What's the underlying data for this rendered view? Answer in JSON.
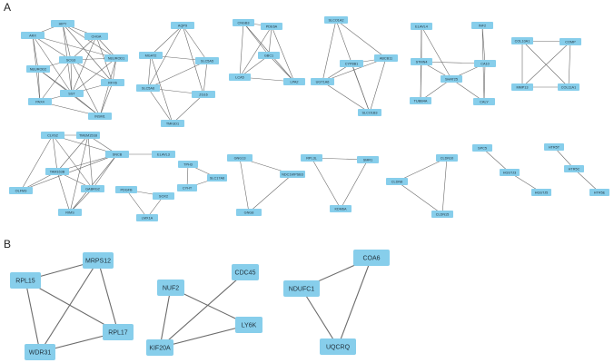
{
  "panels": [
    {
      "label": "A"
    },
    {
      "label": "B"
    }
  ],
  "colors": {
    "node": "#87ceeb",
    "edge": "#6b6b6b",
    "text": "#1f2f3a"
  },
  "networks": [
    {
      "nodes": [
        "HIPY",
        "ARX",
        "CHGA",
        "SCG3",
        "NEUROD2",
        "NEUROD1",
        "RFX6",
        "SST",
        "PAX4",
        "INSM1"
      ],
      "edges": [
        [
          "HIPY",
          "ARX"
        ],
        [
          "HIPY",
          "CHGA"
        ],
        [
          "HIPY",
          "SCG3"
        ],
        [
          "HIPY",
          "SST"
        ],
        [
          "HIPY",
          "NEUROD1"
        ],
        [
          "HIPY",
          "RFX6"
        ],
        [
          "ARX",
          "SCG3"
        ],
        [
          "ARX",
          "NEUROD2"
        ],
        [
          "ARX",
          "SST"
        ],
        [
          "ARX",
          "PAX4"
        ],
        [
          "CHGA",
          "SCG3"
        ],
        [
          "CHGA",
          "NEUROD1"
        ],
        [
          "CHGA",
          "SST"
        ],
        [
          "CHGA",
          "RFX6"
        ],
        [
          "SCG3",
          "NEUROD2"
        ],
        [
          "SCG3",
          "NEUROD1"
        ],
        [
          "SCG3",
          "RFX6"
        ],
        [
          "SCG3",
          "SST"
        ],
        [
          "SCG3",
          "PAX4"
        ],
        [
          "SCG3",
          "INSM1"
        ],
        [
          "NEUROD2",
          "SST"
        ],
        [
          "NEUROD2",
          "PAX4"
        ],
        [
          "NEUROD2",
          "INSM1"
        ],
        [
          "NEUROD1",
          "RFX6"
        ],
        [
          "NEUROD1",
          "SST"
        ],
        [
          "NEUROD1",
          "INSM1"
        ],
        [
          "RFX6",
          "SST"
        ],
        [
          "RFX6",
          "INSM1"
        ],
        [
          "SST",
          "PAX4"
        ],
        [
          "SST",
          "INSM1"
        ],
        [
          "PAX4",
          "INSM1"
        ],
        [
          "ARX",
          "NEUROD1"
        ]
      ]
    },
    {
      "nodes": [
        "AQP9",
        "MGAT2",
        "SLC5A5",
        "SLC5A6",
        "ZG16",
        "TMIGD1"
      ],
      "edges": [
        [
          "AQP9",
          "MGAT2"
        ],
        [
          "AQP9",
          "SLC5A5"
        ],
        [
          "AQP9",
          "ZG16"
        ],
        [
          "AQP9",
          "SLC5A6"
        ],
        [
          "MGAT2",
          "SLC5A5"
        ],
        [
          "MGAT2",
          "SLC5A6"
        ],
        [
          "MGAT2",
          "TMIGD1"
        ],
        [
          "SLC5A5",
          "SLC5A6"
        ],
        [
          "SLC5A5",
          "ZG16"
        ],
        [
          "SLC5A6",
          "ZG16"
        ],
        [
          "SLC5A6",
          "TMIGD1"
        ],
        [
          "ZG16",
          "TMIGD1"
        ]
      ]
    },
    {
      "nodes": [
        "CNGB3",
        "PDE6A",
        "GBC1",
        "LCA5",
        "LPA2"
      ],
      "edges": [
        [
          "CNGB3",
          "GBC1"
        ],
        [
          "CNGB3",
          "LCA5"
        ],
        [
          "CNGB3",
          "LPA2"
        ],
        [
          "PDE6A",
          "GBC1"
        ],
        [
          "PDE6A",
          "LCA5"
        ],
        [
          "PDE6A",
          "LPA2"
        ],
        [
          "GBC1",
          "LCA5"
        ],
        [
          "GBC1",
          "LPA2"
        ],
        [
          "LCA5",
          "LPA2"
        ],
        [
          "CNGB3",
          "PDE6A"
        ]
      ]
    },
    {
      "nodes": [
        "SLCO1A2",
        "ABCB11",
        "CYP8B1",
        "UGT1A6",
        "SLCO1B3"
      ],
      "edges": [
        [
          "SLCO1A2",
          "ABCB11"
        ],
        [
          "SLCO1A2",
          "UGT1A6"
        ],
        [
          "SLCO1A2",
          "SLCO1B3"
        ],
        [
          "ABCB11",
          "CYP8B1"
        ],
        [
          "ABCB11",
          "UGT1A6"
        ],
        [
          "ABCB11",
          "SLCO1B3"
        ],
        [
          "CYP8B1",
          "UGT1A6"
        ],
        [
          "CYP8B1",
          "SLCO1B3"
        ],
        [
          "UGT1A6",
          "SLCO1B3"
        ]
      ]
    },
    {
      "nodes": [
        "ELAVL4",
        "INF2",
        "STMN4",
        "CA10",
        "SHAT25",
        "TUBB4A",
        "CALY"
      ],
      "edges": [
        [
          "ELAVL4",
          "STMN4"
        ],
        [
          "ELAVL4",
          "SHAT25"
        ],
        [
          "INF2",
          "CA10"
        ],
        [
          "STMN4",
          "CA10"
        ],
        [
          "STMN4",
          "SHAT25"
        ],
        [
          "STMN4",
          "TUBB4A"
        ],
        [
          "CA10",
          "SHAT25"
        ],
        [
          "CA10",
          "CALY"
        ],
        [
          "SHAT25",
          "TUBB4A"
        ],
        [
          "SHAT25",
          "CALY"
        ],
        [
          "ELAVL4",
          "TUBB4A"
        ],
        [
          "INF2",
          "CALY"
        ]
      ]
    },
    {
      "nodes": [
        "COL10A1",
        "COMP",
        "MMP13",
        "COL11A1"
      ],
      "edges": [
        [
          "COL10A1",
          "COMP"
        ],
        [
          "COL10A1",
          "MMP13"
        ],
        [
          "COL10A1",
          "COL11A1"
        ],
        [
          "COMP",
          "MMP13"
        ],
        [
          "COMP",
          "COL11A1"
        ],
        [
          "MMP13",
          "COL11A1"
        ]
      ]
    },
    {
      "nodes": [
        "CLVS2",
        "TMEM151B",
        "SNCB",
        "TAM163B",
        "OLFM3",
        "GABRG2",
        "RIMS",
        "ELAVL3"
      ],
      "edges": [
        [
          "CLVS2",
          "TMEM151B"
        ],
        [
          "CLVS2",
          "SNCB"
        ],
        [
          "CLVS2",
          "TAM163B"
        ],
        [
          "CLVS2",
          "OLFM3"
        ],
        [
          "CLVS2",
          "GABRG2"
        ],
        [
          "TMEM151B",
          "SNCB"
        ],
        [
          "TMEM151B",
          "TAM163B"
        ],
        [
          "TMEM151B",
          "GABRG2"
        ],
        [
          "TMEM151B",
          "RIMS"
        ],
        [
          "SNCB",
          "TAM163B"
        ],
        [
          "SNCB",
          "OLFM3"
        ],
        [
          "SNCB",
          "GABRG2"
        ],
        [
          "SNCB",
          "RIMS"
        ],
        [
          "TAM163B",
          "OLFM3"
        ],
        [
          "TAM163B",
          "GABRG2"
        ],
        [
          "TAM163B",
          "RIMS"
        ],
        [
          "GABRG2",
          "RIMS"
        ],
        [
          "SNCB",
          "ELAVL3"
        ]
      ]
    },
    {
      "nodes": [
        "PDGFB",
        "SOX2",
        "LMX1A"
      ],
      "edges": [
        [
          "PDGFB",
          "SOX2"
        ],
        [
          "PDGFB",
          "LMX1A"
        ],
        [
          "SOX2",
          "LMX1A"
        ]
      ]
    },
    {
      "nodes": [
        "TPH3",
        "CYHT",
        "SLC17A6"
      ],
      "edges": [
        [
          "TPH3",
          "CYHT"
        ],
        [
          "CYHT",
          "SLC17A6"
        ],
        [
          "TPH3",
          "SLC17A6"
        ]
      ]
    },
    {
      "nodes": [
        "GNG13",
        "NDC1WPSB3",
        "GNG8"
      ],
      "edges": [
        [
          "GNG13",
          "NDC1WPSB3"
        ],
        [
          "GNG13",
          "GNG8"
        ],
        [
          "NDC1WPSB3",
          "GNG8"
        ]
      ]
    },
    {
      "nodes": [
        "RPL3L",
        "SMR1",
        "KDM6A"
      ],
      "edges": [
        [
          "RPL3L",
          "SMR1"
        ],
        [
          "RPL3L",
          "KDM6A"
        ],
        [
          "SMR1",
          "KDM6A"
        ]
      ]
    },
    {
      "nodes": [
        "CLDN10",
        "CLDN8",
        "CLDN15"
      ],
      "edges": [
        [
          "CLDN10",
          "CLDN8"
        ],
        [
          "CLDN10",
          "CLDN15"
        ],
        [
          "CLDN8",
          "CLDN15"
        ]
      ]
    },
    {
      "nodes": [
        "SPC5",
        "HGSTJ3",
        "HGSTJ5"
      ],
      "edges": [
        [
          "SPC5",
          "HGSTJ3"
        ],
        [
          "HGSTJ3",
          "HGSTJ5"
        ]
      ]
    },
    {
      "nodes": [
        "HTR5T",
        "HTR5C",
        "HTR5E"
      ],
      "edges": [
        [
          "HTR5T",
          "HTR5C"
        ],
        [
          "HTR5C",
          "HTR5E"
        ]
      ]
    },
    {
      "nodes": [
        "MRPS12",
        "RPL15",
        "RPL17",
        "WDR31"
      ],
      "edges": [
        [
          "MRPS12",
          "RPL15"
        ],
        [
          "MRPS12",
          "RPL17"
        ],
        [
          "MRPS12",
          "WDR31"
        ],
        [
          "RPL15",
          "RPL17"
        ],
        [
          "RPL15",
          "WDR31"
        ],
        [
          "RPL17",
          "WDR31"
        ]
      ]
    },
    {
      "nodes": [
        "NUF2",
        "CDC45",
        "LY6K",
        "KIF20A"
      ],
      "edges": [
        [
          "NUF2",
          "LY6K"
        ],
        [
          "NUF2",
          "KIF20A"
        ],
        [
          "CDC45",
          "KIF20A"
        ],
        [
          "LY6K",
          "KIF20A"
        ]
      ]
    },
    {
      "nodes": [
        "COA6",
        "NDUFC1",
        "UQCRQ"
      ],
      "edges": [
        [
          "COA6",
          "NDUFC1"
        ],
        [
          "COA6",
          "UQCRQ"
        ],
        [
          "NDUFC1",
          "UQCRQ"
        ]
      ]
    }
  ]
}
